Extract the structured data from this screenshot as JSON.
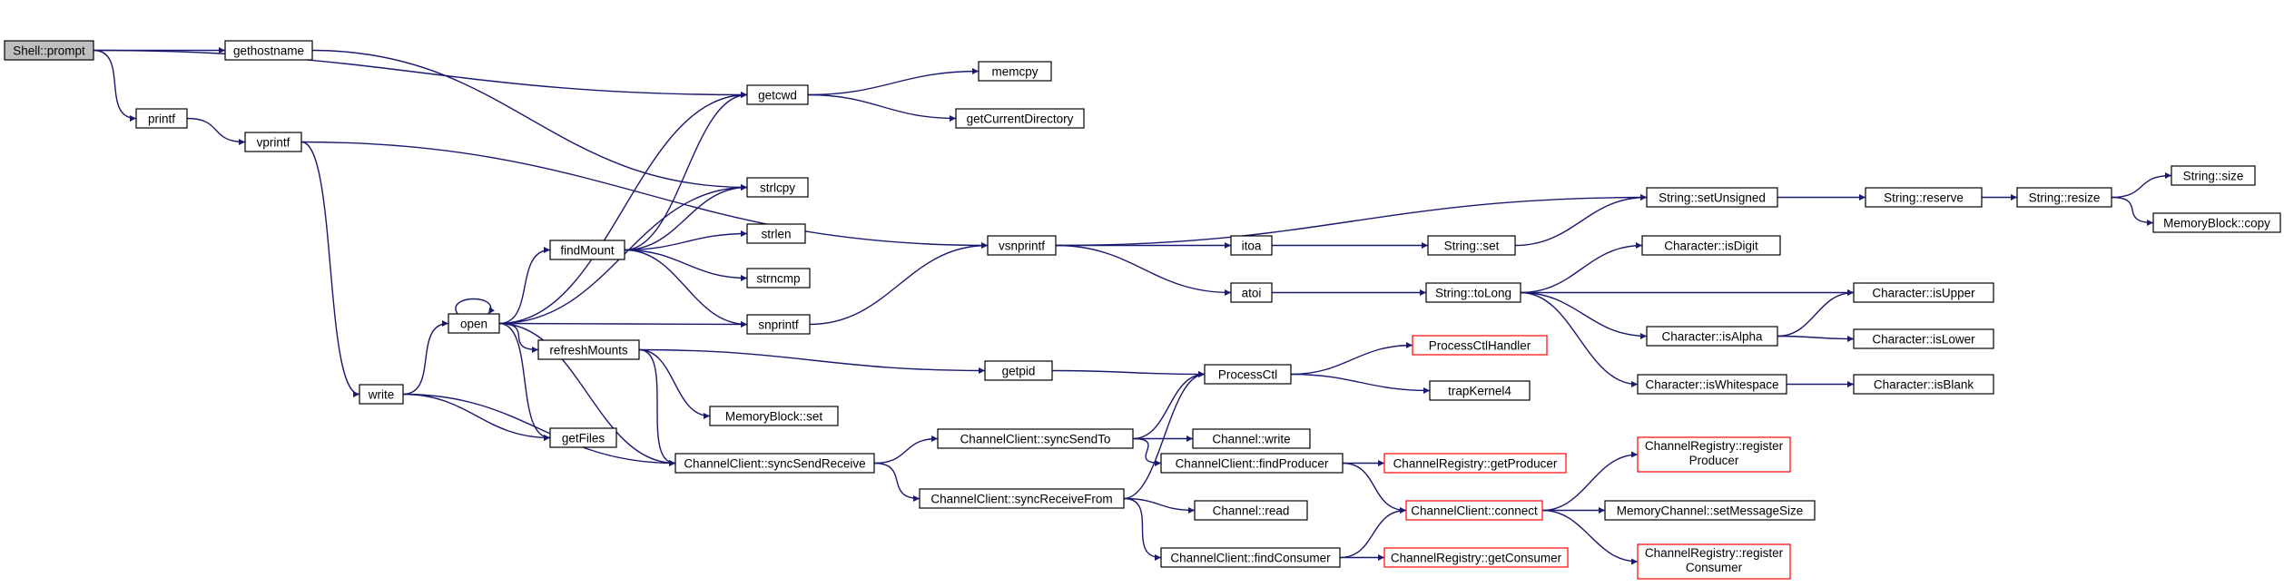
{
  "colors": {
    "edge": "#191970",
    "root_fill": "#bfbfbf",
    "node_fill": "#ffffff",
    "node_border": "#000000",
    "missing_border": "#ff0000"
  },
  "nodes": [
    {
      "id": "shell_prompt",
      "lines": [
        "Shell::prompt"
      ],
      "kind": "root"
    },
    {
      "id": "gethostname",
      "lines": [
        "gethostname"
      ]
    },
    {
      "id": "printf",
      "lines": [
        "printf"
      ]
    },
    {
      "id": "vprintf",
      "lines": [
        "vprintf"
      ]
    },
    {
      "id": "write",
      "lines": [
        "write"
      ]
    },
    {
      "id": "open",
      "lines": [
        "open"
      ]
    },
    {
      "id": "findmount",
      "lines": [
        "findMount"
      ]
    },
    {
      "id": "refreshmounts",
      "lines": [
        "refreshMounts"
      ]
    },
    {
      "id": "getfiles",
      "lines": [
        "getFiles"
      ]
    },
    {
      "id": "getcwd",
      "lines": [
        "getcwd"
      ]
    },
    {
      "id": "strlcpy",
      "lines": [
        "strlcpy"
      ]
    },
    {
      "id": "strlen",
      "lines": [
        "strlen"
      ]
    },
    {
      "id": "strncmp",
      "lines": [
        "strncmp"
      ]
    },
    {
      "id": "snprintf",
      "lines": [
        "snprintf"
      ]
    },
    {
      "id": "memoryblock_set",
      "lines": [
        "MemoryBlock::set"
      ]
    },
    {
      "id": "cc_syncsendreceive",
      "lines": [
        "ChannelClient::syncSendReceive"
      ]
    },
    {
      "id": "memcpy",
      "lines": [
        "memcpy"
      ]
    },
    {
      "id": "getcurrentdirectory",
      "lines": [
        "getCurrentDirectory"
      ]
    },
    {
      "id": "vsnprintf",
      "lines": [
        "vsnprintf"
      ]
    },
    {
      "id": "getpid",
      "lines": [
        "getpid"
      ]
    },
    {
      "id": "cc_syncsendto",
      "lines": [
        "ChannelClient::syncSendTo"
      ]
    },
    {
      "id": "cc_syncreceivefrom",
      "lines": [
        "ChannelClient::syncReceiveFrom"
      ]
    },
    {
      "id": "itoa",
      "lines": [
        "itoa"
      ]
    },
    {
      "id": "atoi",
      "lines": [
        "atoi"
      ]
    },
    {
      "id": "processctl",
      "lines": [
        "ProcessCtl"
      ]
    },
    {
      "id": "channel_write",
      "lines": [
        "Channel::write"
      ]
    },
    {
      "id": "cc_findproducer",
      "lines": [
        "ChannelClient::findProducer"
      ]
    },
    {
      "id": "channel_read",
      "lines": [
        "Channel::read"
      ]
    },
    {
      "id": "cc_findconsumer",
      "lines": [
        "ChannelClient::findConsumer"
      ]
    },
    {
      "id": "string_set",
      "lines": [
        "String::set"
      ]
    },
    {
      "id": "string_tolong",
      "lines": [
        "String::toLong"
      ]
    },
    {
      "id": "processctlhandler",
      "lines": [
        "ProcessCtlHandler"
      ],
      "kind": "missing"
    },
    {
      "id": "trapkernel4",
      "lines": [
        "trapKernel4"
      ]
    },
    {
      "id": "cr_getproducer",
      "lines": [
        "ChannelRegistry::getProducer"
      ],
      "kind": "missing"
    },
    {
      "id": "cc_connect",
      "lines": [
        "ChannelClient::connect"
      ],
      "kind": "missing"
    },
    {
      "id": "cr_getconsumer",
      "lines": [
        "ChannelRegistry::getConsumer"
      ],
      "kind": "missing"
    },
    {
      "id": "string_setunsigned",
      "lines": [
        "String::setUnsigned"
      ]
    },
    {
      "id": "char_isdigit",
      "lines": [
        "Character::isDigit"
      ]
    },
    {
      "id": "char_isalpha",
      "lines": [
        "Character::isAlpha"
      ]
    },
    {
      "id": "char_iswhitespace",
      "lines": [
        "Character::isWhitespace"
      ]
    },
    {
      "id": "cr_registerproducer",
      "lines": [
        "ChannelRegistry::register",
        "Producer"
      ],
      "kind": "missing"
    },
    {
      "id": "mc_setmessagesize",
      "lines": [
        "MemoryChannel::setMessageSize"
      ]
    },
    {
      "id": "cr_registerconsumer",
      "lines": [
        "ChannelRegistry::register",
        "Consumer"
      ],
      "kind": "missing"
    },
    {
      "id": "string_reserve",
      "lines": [
        "String::reserve"
      ]
    },
    {
      "id": "char_isupper",
      "lines": [
        "Character::isUpper"
      ]
    },
    {
      "id": "char_islower",
      "lines": [
        "Character::isLower"
      ]
    },
    {
      "id": "char_isblank",
      "lines": [
        "Character::isBlank"
      ]
    },
    {
      "id": "string_resize",
      "lines": [
        "String::resize"
      ]
    },
    {
      "id": "string_size",
      "lines": [
        "String::size"
      ]
    },
    {
      "id": "memoryblock_copy",
      "lines": [
        "MemoryBlock::copy"
      ]
    }
  ],
  "edges": [
    [
      "shell_prompt",
      "gethostname"
    ],
    [
      "shell_prompt",
      "getcwd"
    ],
    [
      "shell_prompt",
      "printf"
    ],
    [
      "gethostname",
      "strlcpy"
    ],
    [
      "printf",
      "vprintf"
    ],
    [
      "vprintf",
      "vsnprintf"
    ],
    [
      "vprintf",
      "write"
    ],
    [
      "write",
      "open"
    ],
    [
      "write",
      "getfiles"
    ],
    [
      "write",
      "cc_syncsendreceive"
    ],
    [
      "open",
      "open"
    ],
    [
      "open",
      "getcwd"
    ],
    [
      "open",
      "strlcpy"
    ],
    [
      "open",
      "findmount"
    ],
    [
      "open",
      "snprintf"
    ],
    [
      "open",
      "refreshmounts"
    ],
    [
      "open",
      "getfiles"
    ],
    [
      "open",
      "cc_syncsendreceive"
    ],
    [
      "findmount",
      "getcwd"
    ],
    [
      "findmount",
      "strlcpy"
    ],
    [
      "findmount",
      "strlen"
    ],
    [
      "findmount",
      "strncmp"
    ],
    [
      "findmount",
      "snprintf"
    ],
    [
      "refreshmounts",
      "getpid"
    ],
    [
      "refreshmounts",
      "memoryblock_set"
    ],
    [
      "refreshmounts",
      "cc_syncsendreceive"
    ],
    [
      "getcwd",
      "memcpy"
    ],
    [
      "getcwd",
      "getcurrentdirectory"
    ],
    [
      "snprintf",
      "vsnprintf"
    ],
    [
      "vsnprintf",
      "string_setunsigned"
    ],
    [
      "vsnprintf",
      "itoa"
    ],
    [
      "vsnprintf",
      "atoi"
    ],
    [
      "itoa",
      "string_set"
    ],
    [
      "atoi",
      "string_tolong"
    ],
    [
      "string_set",
      "string_setunsigned"
    ],
    [
      "string_tolong",
      "char_isdigit"
    ],
    [
      "string_tolong",
      "char_isupper"
    ],
    [
      "string_tolong",
      "char_isalpha"
    ],
    [
      "string_tolong",
      "char_iswhitespace"
    ],
    [
      "char_isalpha",
      "char_isupper"
    ],
    [
      "char_isalpha",
      "char_islower"
    ],
    [
      "char_iswhitespace",
      "char_isblank"
    ],
    [
      "string_setunsigned",
      "string_reserve"
    ],
    [
      "string_reserve",
      "string_resize"
    ],
    [
      "string_resize",
      "string_size"
    ],
    [
      "string_resize",
      "memoryblock_copy"
    ],
    [
      "getpid",
      "processctl"
    ],
    [
      "processctl",
      "processctlhandler"
    ],
    [
      "processctl",
      "trapkernel4"
    ],
    [
      "cc_syncsendreceive",
      "cc_syncsendto"
    ],
    [
      "cc_syncsendreceive",
      "cc_syncreceivefrom"
    ],
    [
      "cc_syncsendto",
      "processctl"
    ],
    [
      "cc_syncsendto",
      "channel_write"
    ],
    [
      "cc_syncsendto",
      "cc_findproducer"
    ],
    [
      "cc_syncreceivefrom",
      "processctl"
    ],
    [
      "cc_syncreceivefrom",
      "channel_read"
    ],
    [
      "cc_syncreceivefrom",
      "cc_findconsumer"
    ],
    [
      "cc_findproducer",
      "cr_getproducer"
    ],
    [
      "cc_findproducer",
      "cc_connect"
    ],
    [
      "cc_findconsumer",
      "cr_getconsumer"
    ],
    [
      "cc_findconsumer",
      "cc_connect"
    ],
    [
      "cc_connect",
      "cr_registerproducer"
    ],
    [
      "cc_connect",
      "mc_setmessagesize"
    ],
    [
      "cc_connect",
      "cr_registerconsumer"
    ]
  ]
}
